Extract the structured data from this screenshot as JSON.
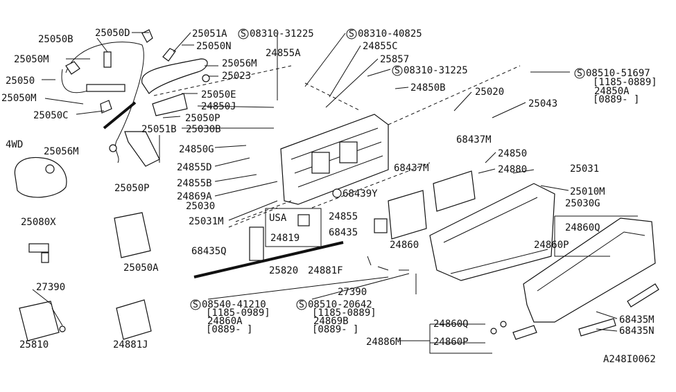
{
  "diagram": {
    "drawing_code": "A248I0062",
    "variant_labels": {
      "four_wd": "4WD",
      "usa": "USA"
    },
    "screw_symbol": "S",
    "labels": {
      "p25050D": "25050D",
      "p25050B": "25050B",
      "p25051A": "25051A",
      "s08310_31225_a": "08310-31225",
      "s08310_40825": "08310-40825",
      "p25050N": "25050N",
      "p24855A": "24855A",
      "p24855C": "24855C",
      "p25050M_a": "25050M",
      "p25056M_a": "25056M",
      "p25857": "25857",
      "s08310_31225_b": "08310-31225",
      "s08510_51697": "08510-51697",
      "s08510_51697_range": "[1185-0889]",
      "p24850A": "24850A",
      "p24850A_range": "[0889-    ]",
      "p25050": "25050",
      "p25023": "25023",
      "p24850B": "24850B",
      "p25020": "25020",
      "p25043": "25043",
      "p25050M_b": "25050M",
      "p25050E": "25050E",
      "p24850J": "24850J",
      "p25050C": "25050C",
      "p25050P_a": "25050P",
      "p25051B": "25051B",
      "p25030B": "25030B",
      "p25056M_b": "25056M",
      "p24850G": "24850G",
      "p68437M_a": "68437M",
      "p24850": "24850",
      "p24855D": "24855D",
      "p24880": "24880",
      "p68437M_b": "68437M",
      "p25031": "25031",
      "p25050P_b": "25050P",
      "p24855B": "24855B",
      "p68439Y": "68439Y",
      "p25010M": "25010M",
      "p24869A": "24869A",
      "p25030G": "25030G",
      "p25030": "25030",
      "p24855": "24855",
      "p25080X": "25080X",
      "p24860Q_a": "24860Q",
      "p25031M": "25031M",
      "p68435": "68435",
      "p24819": "24819",
      "p24860": "24860",
      "p24860P_a": "24860P",
      "p68435Q": "68435Q",
      "p25050A": "25050A",
      "p25820": "25820",
      "p24881F": "24881F",
      "p27390_a": "27390",
      "p27390_b": "27390",
      "s08540_41210": "08540-41210",
      "s08540_41210_range": "[1185-0989]",
      "p24860A": "24860A",
      "p24860A_range": "[0889-    ]",
      "s08510_20642": "08510-20642",
      "s08510_20642_range": "[1185-0889]",
      "p24869B": "24869B",
      "p24869B_range": "[0889-    ]",
      "p68435M": "68435M",
      "p24860Q_b": "24860Q",
      "p68435N": "68435N",
      "p24886M": "24886M",
      "p24860P_b": "24860P",
      "p25810": "25810",
      "p24881J": "24881J"
    }
  }
}
